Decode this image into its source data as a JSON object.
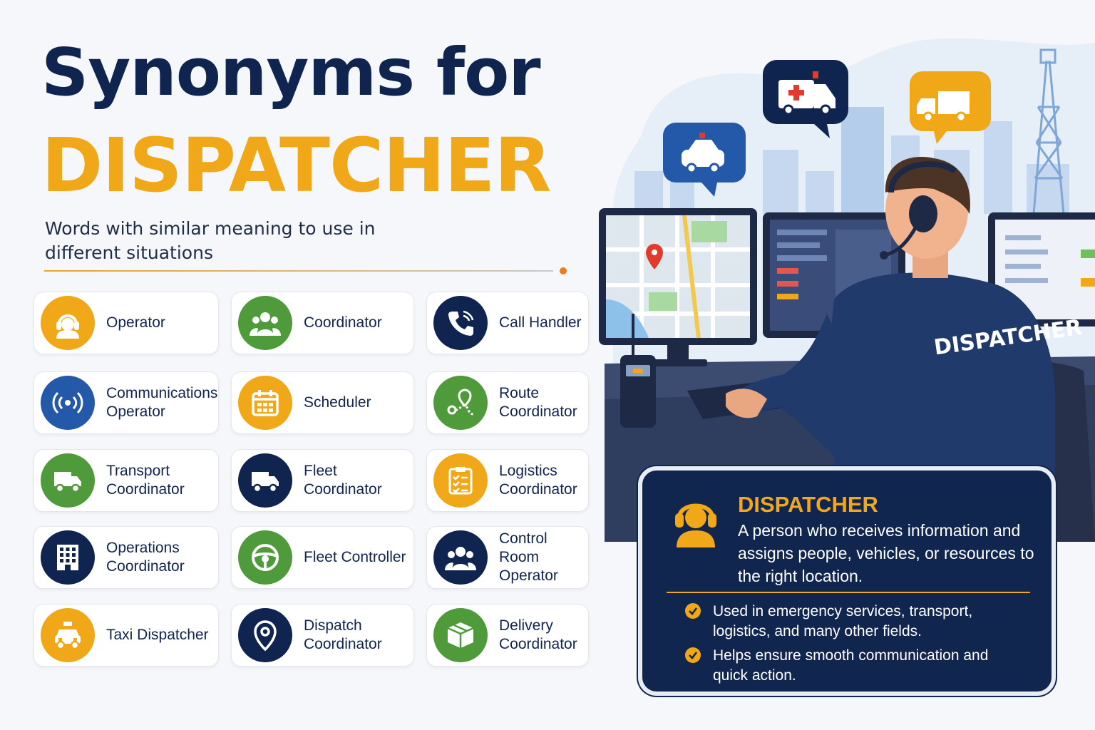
{
  "title": {
    "line1": "Synonyms for",
    "line2": "DISPATCHER"
  },
  "subtitle": "Words with similar meaning to use in different situations",
  "synonyms": [
    {
      "label": "Operator",
      "icon": "headset-person-icon",
      "color": "#f0a818"
    },
    {
      "label": "Coordinator",
      "icon": "group-icon",
      "color": "#4f9a3a"
    },
    {
      "label": "Call Handler",
      "icon": "phone-icon",
      "color": "#0f2550"
    },
    {
      "label": "Communications Operator",
      "icon": "radio-waves-icon",
      "color": "#2458a8"
    },
    {
      "label": "Scheduler",
      "icon": "calendar-icon",
      "color": "#f0a818"
    },
    {
      "label": "Route Coordinator",
      "icon": "route-pin-icon",
      "color": "#4f9a3a"
    },
    {
      "label": "Transport Coordinator",
      "icon": "truck-icon",
      "color": "#4f9a3a"
    },
    {
      "label": "Fleet Coordinator",
      "icon": "truck-icon",
      "color": "#0f2550"
    },
    {
      "label": "Logistics Coordinator",
      "icon": "clipboard-checklist-icon",
      "color": "#f0a818"
    },
    {
      "label": "Operations Coordinator",
      "icon": "building-icon",
      "color": "#0f2550"
    },
    {
      "label": "Fleet Controller",
      "icon": "steering-wheel-icon",
      "color": "#4f9a3a"
    },
    {
      "label": "Control Room Operator",
      "icon": "group-icon",
      "color": "#0f2550"
    },
    {
      "label": "Taxi Dispatcher",
      "icon": "taxi-icon",
      "color": "#f0a818"
    },
    {
      "label": "Dispatch Coordinator",
      "icon": "map-pin-icon",
      "color": "#0f2550"
    },
    {
      "label": "Delivery Coordinator",
      "icon": "package-icon",
      "color": "#4f9a3a"
    }
  ],
  "illustration": {
    "shirt_text": "DISPATCHER"
  },
  "definition": {
    "term": "DISPATCHER",
    "text": "A person who receives information and assigns people, vehicles, or resources to the right location.",
    "bullets": [
      "Used in emergency services, transport, logistics, and many other fields.",
      "Helps ensure smooth communication and quick action."
    ]
  },
  "colors": {
    "navy": "#0f2550",
    "gold": "#f0a818",
    "green": "#4f9a3a",
    "blue": "#2458a8"
  }
}
